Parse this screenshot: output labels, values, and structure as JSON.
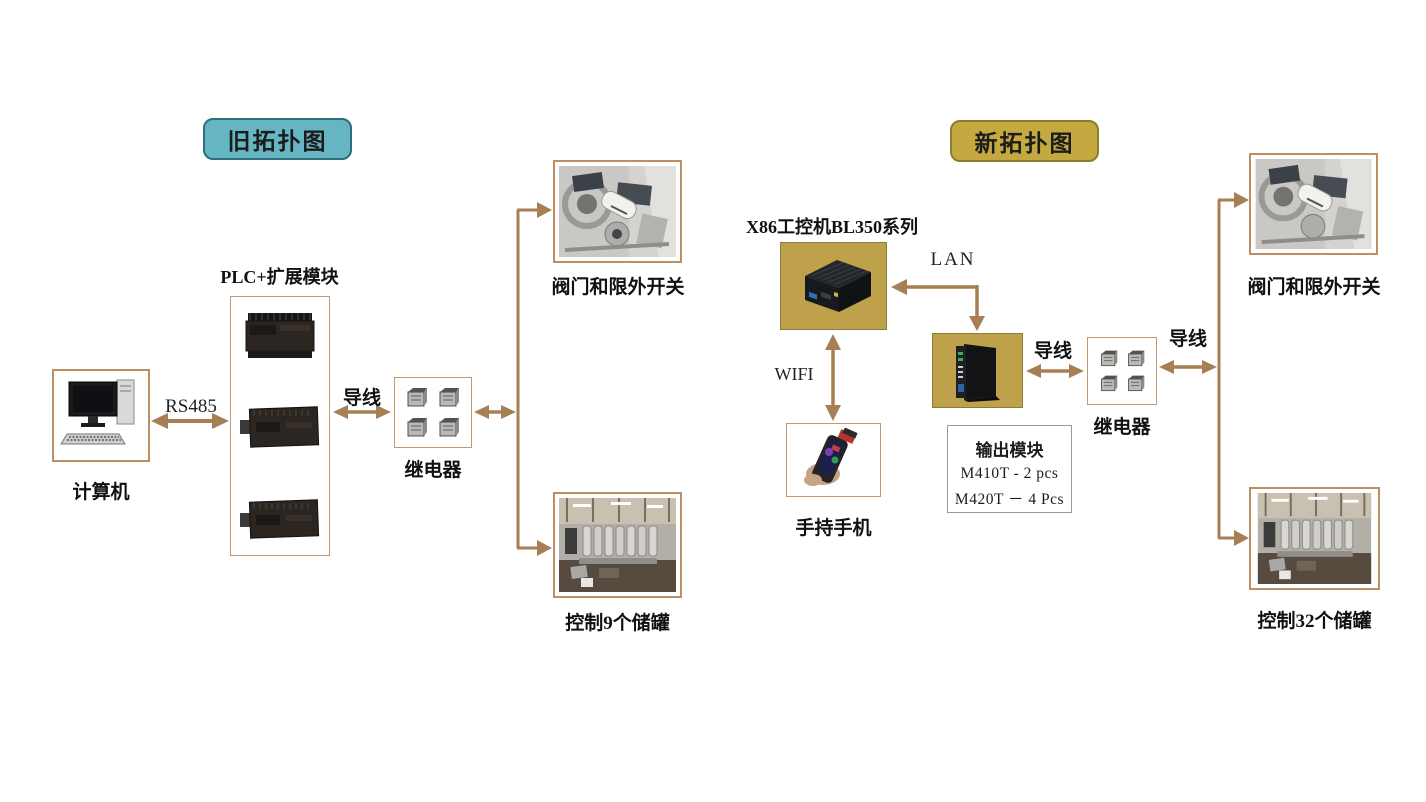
{
  "old": {
    "title": "旧拓扑图",
    "computer_label": "计算机",
    "rs485_label": "RS485",
    "plc_label": "PLC+扩展模块",
    "wire_label": "导线",
    "relay_label": "继电器",
    "valve_label": "阀门和限外开关",
    "tank_label": "控制9个储罐"
  },
  "new": {
    "title": "新拓扑图",
    "pc_label": "X86工控机BL350系列",
    "lan_label": "LAN",
    "wifi_label": "WIFI",
    "phone_label": "手持手机",
    "wire_label_1": "导线",
    "wire_label_2": "导线",
    "relay_label": "继电器",
    "output_module": {
      "title": "输出模块",
      "line1": "M410T - 2 pcs",
      "line2": "M420T － 4 Pcs"
    },
    "valve_label": "阀门和限外开关",
    "tank_label": "控制32个储罐"
  },
  "colors": {
    "arrow": "#a87f54",
    "photo_box_border": "#bb8f63",
    "old_title_bg": "#65b5c3",
    "new_title_bg": "#c3a93f",
    "gold_box_bg": "#bfa14b"
  }
}
